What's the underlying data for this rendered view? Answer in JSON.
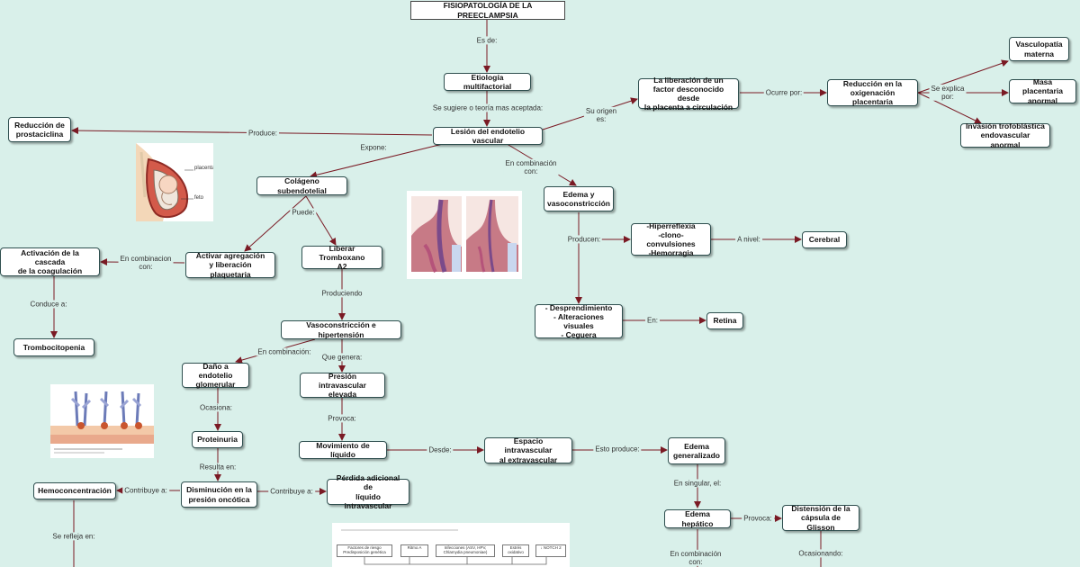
{
  "nodes": {
    "title": "FISIOPATOLOGÍA DE LA PREECLAMPSIA",
    "etiologia": "Etiología multifactorial",
    "lesion": "Lesión del endotelio vascular",
    "prostaciclina": "Reducción de\nprostaciclina",
    "liberacion": "La liberación de un\nfactor desconocido desde\nla placenta a circulación",
    "reduccion_oxig": "Reducción en la\noxigenación placentaria",
    "vasculopatia": "Vasculopatía\nmaterna",
    "masa": "Masa placentaria\nanormal",
    "invasion": "Invasión trofoblástica\nendovascular anormal",
    "colageno": "Colágeno subendotelial",
    "edema_vaso": "Edema y\nvasoconstricción",
    "hiperreflexia": "-Hiperreflexia\n-clono-convulsiones\n-Hemorragia",
    "cerebral": "Cerebral",
    "desprendimiento": "- Desprendimiento\n- Alteraciones visuales\n- Ceguera",
    "retina": "Retina",
    "activar": "Activar agregación\ny liberación plaquetaria",
    "tromboxano": "Liberar Tromboxano\nA2",
    "cascada": "Activación de la cascada\nde la coagulación",
    "trombocitopenia": "Trombocitopenia",
    "vasoconstriccion_ht": "Vasoconstricción e hipertensión",
    "dano": "Daño a endotelio\nglomerular",
    "presion_iv": "Presión intravascular\nelevada",
    "proteinuria": "Proteinuria",
    "movimiento": "Movimiento de líquido",
    "espacio": "Espacio intravascular\nal extravascular",
    "edema_gen": "Edema\ngeneralizado",
    "disminucion": "Disminución en la\npresión oncótica",
    "hemoconcentracion": "Hemoconcentración",
    "perdida": "Pérdida adicional de\nlíquido intravascular",
    "edema_hep": "Edema hepático",
    "distension": "Distensión de la\ncápsula de Glisson"
  },
  "labels": {
    "es_de": "Es de:",
    "se_sugiere": "Se sugiere o teoría mas aceptada:",
    "produce": "Produce:",
    "su_origen": "Su origen\nes:",
    "ocurre_por": "Ocurre por:",
    "se_explica": "Se explica\npor:",
    "expone": "Expone:",
    "en_combinacion_con_1": "En combinación\ncon:",
    "puede": "Puede:",
    "en_combinacion_con_2": "En combinacion\ncon:",
    "conduce_a": "Conduce a:",
    "producen": "Producen:",
    "a_nivel": "A nivel:",
    "en": "En:",
    "produciendo": "Produciendo",
    "en_combinacion": "En combinación:",
    "que_genera": "Que genera:",
    "ocasiona": "Ocasiona:",
    "provoca_1": "Provoca:",
    "desde": "Desde:",
    "esto_produce": "Esto produce:",
    "resulta_en": "Resulta en:",
    "en_singular": "En singular, el:",
    "contribuye_1": "Contribuye a:",
    "contribuye_2": "Contribuye a:",
    "provoca_2": "Provoca:",
    "se_refleja": "Se refleja en:",
    "en_combinacion_con_3": "En combinación\ncon:",
    "ocasionando": "Ocasionando:"
  },
  "figures": {
    "uterus": {
      "label_top": "placenta",
      "label_bottom": "feto"
    },
    "figure_table": {
      "boxes": [
        "Factores de riesgo\nPredisposición genética",
        "Ritmo A",
        "Infecciones (ASV, HPV,\nChlamydia pneumoniae)",
        "Estrés\noxidativo",
        "↓ NOTCH 2"
      ]
    }
  },
  "colors": {
    "background": "#d9f0ea",
    "arrow": "#7a1a24",
    "node_border": "#2f4f4f"
  }
}
